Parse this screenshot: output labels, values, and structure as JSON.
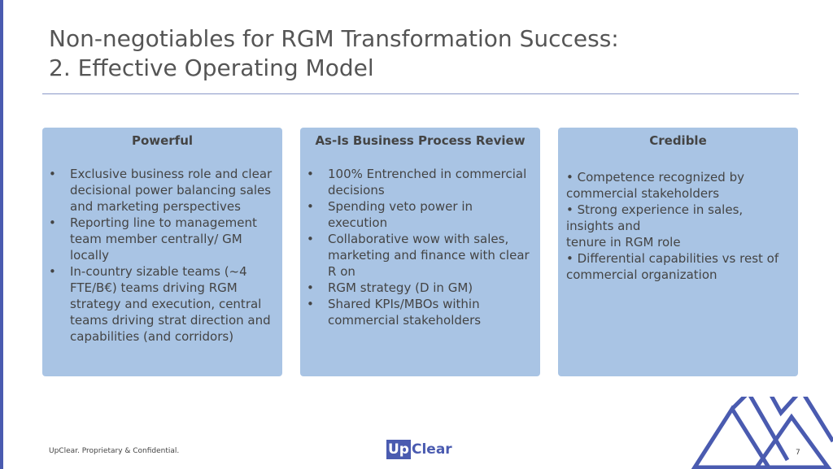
{
  "title": {
    "line1": "Non-negotiables for RGM Transformation Success:",
    "line2": "2. Effective Operating Model"
  },
  "columns": [
    {
      "heading": "Powerful",
      "bullets": [
        "Exclusive business role and clear decisional power balancing sales and marketing perspectives",
        "Reporting line to management team member centrally/ GM locally",
        "In-country sizable teams (~4 FTE/B€) teams driving RGM strategy and execution, central teams driving strat direction and capabilities (and corridors)"
      ]
    },
    {
      "heading": "As-Is Business Process Review",
      "bullets": [
        "100% Entrenched in commercial decisions",
        "Spending veto power in execution",
        "Collaborative wow with sales, marketing and finance with clear R on",
        "RGM strategy (D in GM)",
        "Shared KPIs/MBOs within commercial stakeholders"
      ]
    },
    {
      "heading": "Credible",
      "lines": [
        "• Competence recognized by commercial stakeholders",
        "• Strong experience in sales, insights and",
        "tenure in RGM role",
        "• Differential capabilities vs rest of commercial organization"
      ]
    }
  ],
  "footer": {
    "confidential": "UpClear. Proprietary & Confidential.",
    "logo_up": "Up",
    "logo_clear": "Clear",
    "page": "7"
  },
  "colors": {
    "accent": "#4a5bb0",
    "box": "#a9c4e4"
  }
}
